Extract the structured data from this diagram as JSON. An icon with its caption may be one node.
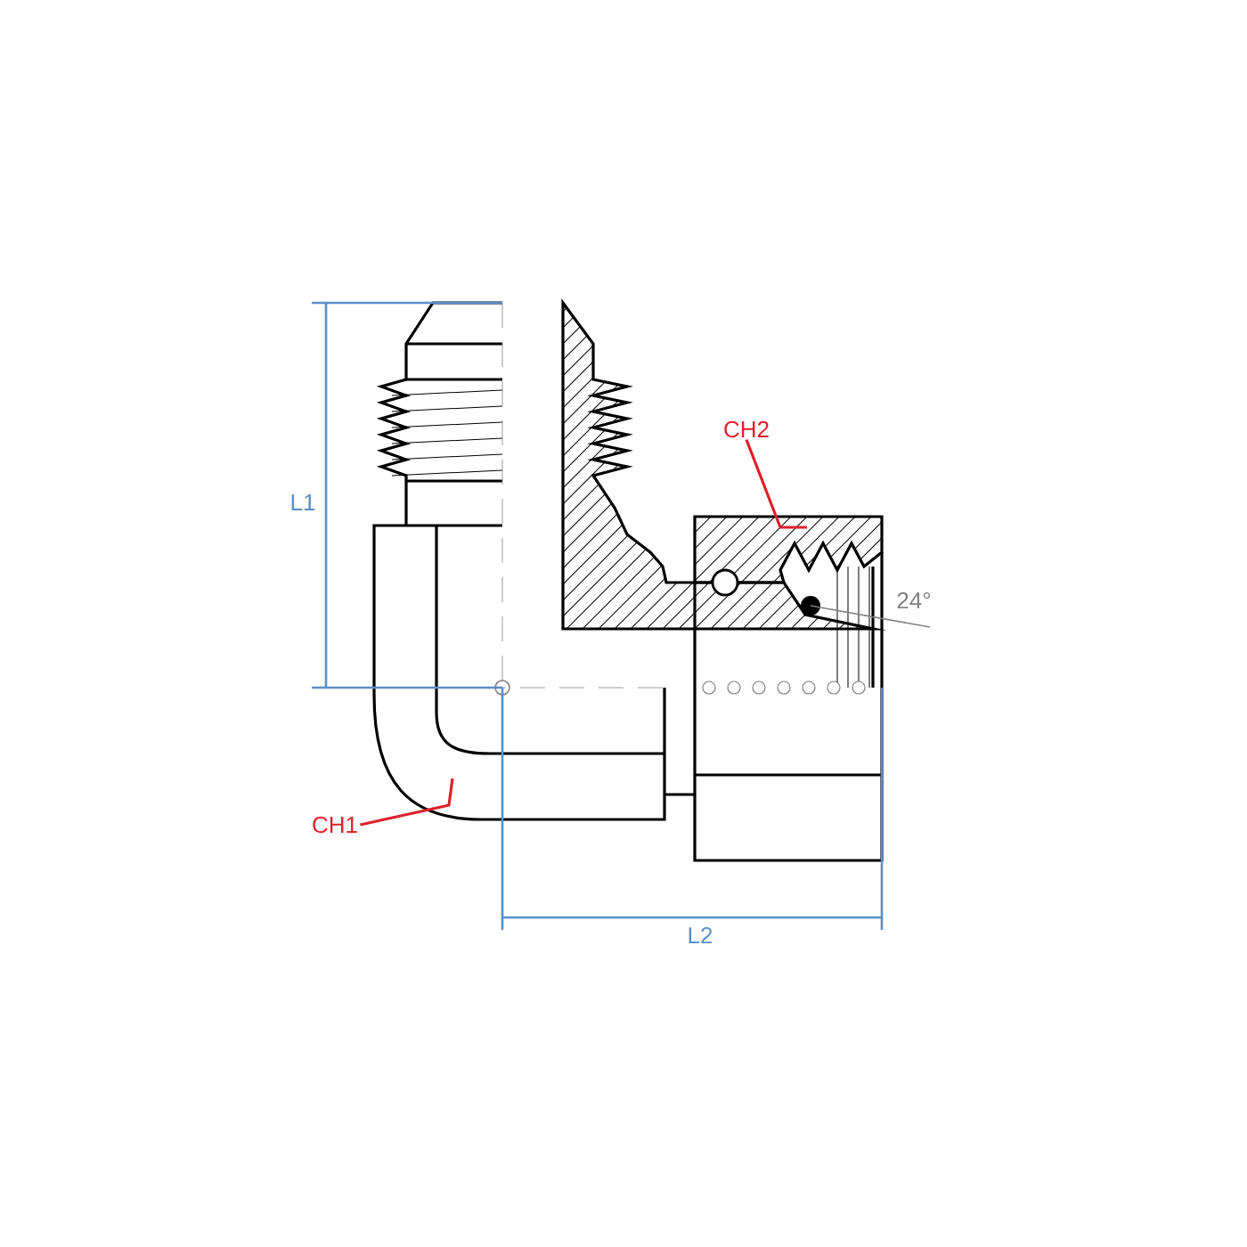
{
  "diagram": {
    "nodes": [
      {
        "text": [
          "CH1"
        ]
      },
      {
        "text": [
          "CH2"
        ]
      }
    ],
    "edges": [
      {
        "from": 0,
        "to": null,
        "arrow": "none"
      },
      {
        "from": 1,
        "to": null,
        "arrow": "none"
      }
    ],
    "labels": [
      "L1",
      "L2",
      "24°"
    ]
  }
}
